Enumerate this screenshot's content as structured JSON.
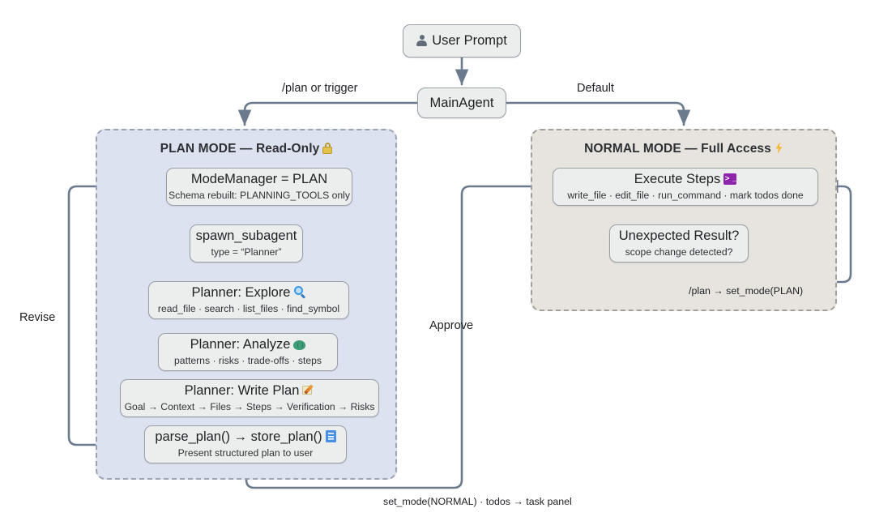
{
  "diagram": {
    "title": "Agent Plan Mode / Normal Mode flow",
    "colors": {
      "plan_panel_bg": "#dde2f1",
      "normal_panel_bg": "#e7e4df",
      "node_bg": "#eceded",
      "edge_stroke": "#6b7a8c",
      "text": "#202124"
    }
  },
  "nodes": {
    "user_prompt": {
      "label": "User Prompt",
      "icon": "user-icon"
    },
    "main_agent": {
      "label": "MainAgent"
    },
    "mode_manager": {
      "title": "ModeManager = PLAN",
      "subtitle": "Schema rebuilt: PLANNING_TOOLS only"
    },
    "spawn_subagent": {
      "title": "spawn_subagent",
      "subtitle": "type = “Planner”"
    },
    "planner_explore": {
      "title": "Planner: Explore",
      "icon": "magnifier-icon",
      "subtitle": "read_file · search · list_files · find_symbol"
    },
    "planner_analyze": {
      "title": "Planner: Analyze",
      "icon": "brain-icon",
      "subtitle": "patterns · risks · trade-offs · steps"
    },
    "planner_write_plan": {
      "title": "Planner: Write Plan",
      "icon": "pencil-icon",
      "subtitle": "Goal → Context → Files → Steps → Verification → Risks"
    },
    "store_plan": {
      "title": "parse_plan() → store_plan()",
      "icon": "document-icon",
      "subtitle": "Present structured plan to user"
    },
    "execute_steps": {
      "title": "Execute Steps",
      "icon": "terminal-icon",
      "subtitle": "write_file · edit_file · run_command · mark todos done"
    },
    "unexpected_result": {
      "title": "Unexpected Result?",
      "subtitle": "scope change detected?"
    }
  },
  "panels": {
    "plan_mode": {
      "title": "PLAN MODE — Read-Only",
      "icon": "lock-icon"
    },
    "normal_mode": {
      "title": "NORMAL MODE — Full Access",
      "icon": "bolt-icon"
    }
  },
  "edge_labels": {
    "plan_or_trigger": "/plan or trigger",
    "default": "Default",
    "revise": "Revise",
    "approve": "Approve",
    "plan_set_mode_plan": "/plan → set_mode(PLAN)",
    "set_mode_normal": "set_mode(NORMAL) · todos → task panel"
  }
}
